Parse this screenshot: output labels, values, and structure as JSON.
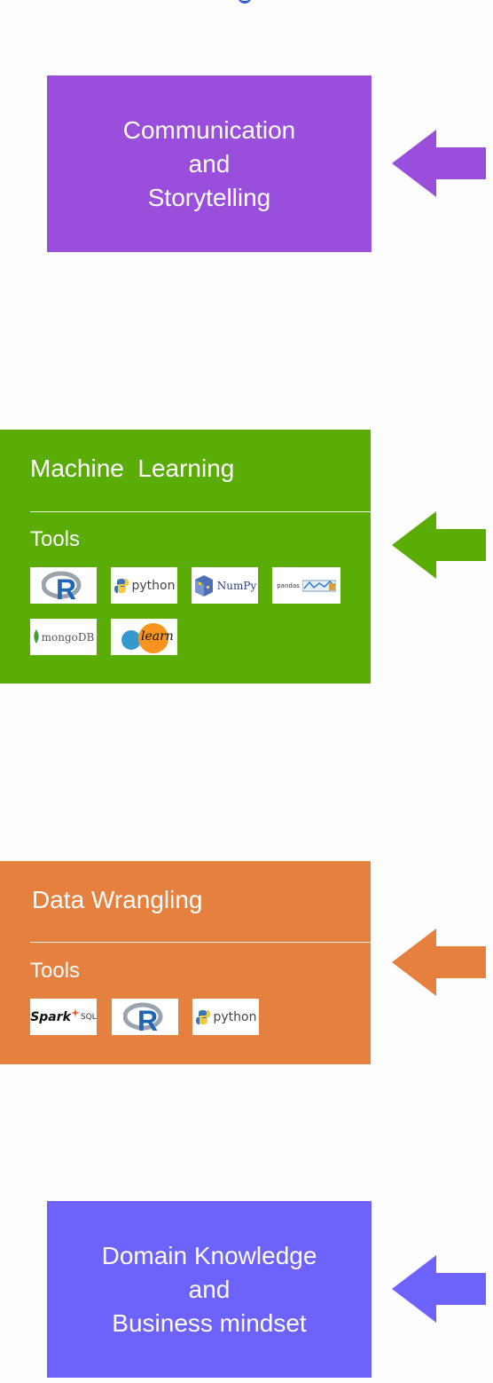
{
  "colors": {
    "communication": "#9a4fdc",
    "machine_learning": "#5aac07",
    "data_wrangling": "#e6803e",
    "domain": "#6e62fd",
    "top_mark": "#2a5bd7"
  },
  "communication": {
    "lines": [
      "Communication",
      "and",
      "Storytelling"
    ],
    "arrow_icon": "left-arrow-icon"
  },
  "machine_learning": {
    "title": "Machine  Learning",
    "tools_label": "Tools",
    "tools": [
      {
        "name": "R",
        "icon": "r-logo-icon"
      },
      {
        "name": "python",
        "icon": "python-logo-icon"
      },
      {
        "name": "NumPy",
        "icon": "numpy-logo-icon"
      },
      {
        "name": "pandas",
        "icon": "pandas-logo-icon"
      },
      {
        "name": "mongoDB",
        "icon": "mongodb-logo-icon"
      },
      {
        "name": "learn",
        "icon": "scikit-learn-logo-icon"
      }
    ],
    "arrow_icon": "left-arrow-icon"
  },
  "data_wrangling": {
    "title": "Data Wrangling",
    "tools_label": "Tools",
    "tools": [
      {
        "name": "Spark",
        "sub": "SQL",
        "icon": "spark-sql-logo-icon"
      },
      {
        "name": "R",
        "icon": "r-logo-icon"
      },
      {
        "name": "python",
        "icon": "python-logo-icon"
      }
    ],
    "arrow_icon": "left-arrow-icon"
  },
  "domain": {
    "lines": [
      "Domain Knowledge",
      "and",
      "Business mindset"
    ],
    "arrow_icon": "left-arrow-icon"
  }
}
